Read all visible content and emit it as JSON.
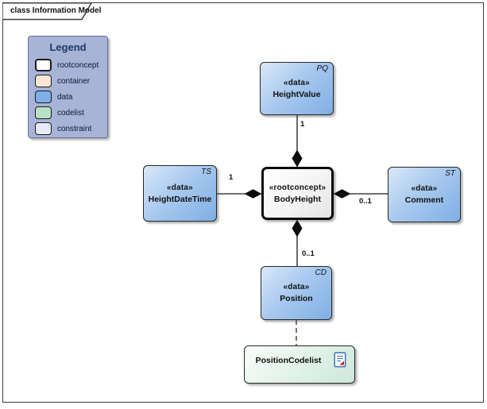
{
  "frame": {
    "title": "class Information Model"
  },
  "legend": {
    "title": "Legend",
    "items": [
      {
        "label": "rootconcept",
        "color": "#ffffff"
      },
      {
        "label": "container",
        "color": "#fae6d4"
      },
      {
        "label": "data",
        "color": "#7cb0e6"
      },
      {
        "label": "codelist",
        "color": "#b7e1c6"
      },
      {
        "label": "constraint",
        "color": "#e9eaf9"
      }
    ]
  },
  "nodes": {
    "heightvalue": {
      "stereotype": "«data»",
      "name": "HeightValue",
      "tag": "PQ"
    },
    "heightdatetime": {
      "stereotype": "«data»",
      "name": "HeightDateTime",
      "tag": "TS"
    },
    "bodyheight": {
      "stereotype": "«rootconcept»",
      "name": "BodyHeight"
    },
    "comment": {
      "stereotype": "«data»",
      "name": "Comment",
      "tag": "ST"
    },
    "position": {
      "stereotype": "«data»",
      "name": "Position",
      "tag": "CD"
    },
    "positioncodelist": {
      "name": "PositionCodelist"
    }
  },
  "connectors": {
    "heightvalue_bodyheight": {
      "type": "composition",
      "multiplicity": "1"
    },
    "heightdatetime_bodyheight": {
      "type": "composition",
      "multiplicity": "1"
    },
    "comment_bodyheight": {
      "type": "composition",
      "multiplicity": "0..1"
    },
    "position_bodyheight": {
      "type": "composition",
      "multiplicity": "0..1"
    },
    "position_positioncodelist": {
      "type": "dependency-dashed"
    }
  },
  "colors": {
    "data_fill": "#7fafe4",
    "codelist_fill": "#cde8da",
    "rootconcept_fill": "#ffffff",
    "legend_bg": "#a7b3d7",
    "legend_title": "#1f3864",
    "line": "#1a1a1a"
  }
}
